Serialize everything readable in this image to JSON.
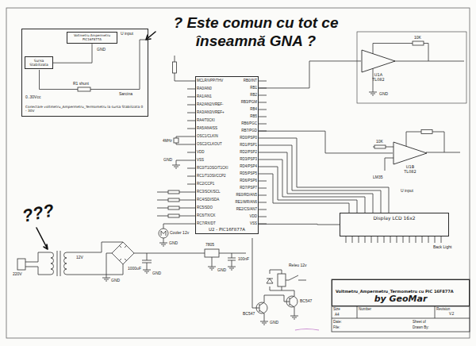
{
  "diagram": {
    "nodes": [
      {
        "text": [
          "Conectare voltmetru_Ampermetru_Termometru la sursa Stabilizata 0 - 30V"
        ]
      },
      {
        "text": [
          "Sursa Stabilizata"
        ],
        "in": 0
      },
      {
        "text": [
          "Voltmetru Ampermetru PIC16F877A"
        ],
        "in": 0
      },
      {
        "text": [
          "U2 - PIC16F877A"
        ]
      },
      {
        "text": [
          "U1A",
          "TL082"
        ]
      },
      {
        "text": [
          "U1B",
          "TL082"
        ]
      },
      {
        "text": [
          "Display LCD 16x2"
        ]
      },
      {
        "text": [
          "Voltmetru_Ampermetru_Termometru cu PIC 16F877A",
          "by GeoMar"
        ]
      }
    ],
    "edges": [
      {
        "from": 3,
        "to": 6,
        "arrow": "none"
      },
      {
        "from": 4,
        "to": 3,
        "arrow": "none"
      },
      {
        "from": 5,
        "to": 3,
        "arrow": "none"
      },
      {
        "from": 1,
        "to": 2,
        "arrow": "none"
      }
    ],
    "labels": [
      "? Este comun cu tot ce înseamnă GNA ?",
      "???",
      "U input",
      "GND",
      "R1 shunt",
      "0..30Vcc",
      "Sarcina",
      "MCLR/VPP/THV",
      "RA0/AN0",
      "RA1/AN1",
      "RA2/AN2/VREF-",
      "RA3/AN3/VREF+",
      "RA4/T0CKI",
      "RA5/AN4/SS",
      "OSC1/CLKIN",
      "OSC2/CLKOUT",
      "VDD",
      "VSS",
      "RC0/T1OSO/T1CKI",
      "RC1/T1OSI/CCP2",
      "RC2/CCP1",
      "RC3/SCK/SCL",
      "RC4/SDI/SDA",
      "RC5/SDO",
      "RC6/TX/CK",
      "RC7/RX/DT",
      "RB0/INT",
      "RB1",
      "RB2",
      "RB3/PGM",
      "RB4",
      "RB5",
      "RB6/PGC",
      "RB7/PGD",
      "RD0/PSP0",
      "RD1/PSP1",
      "RD2/PSP2",
      "RD3/PSP3",
      "RD4/PSP4",
      "RD5/PSP5",
      "RD6/PSP6",
      "RD7/PSP7",
      "RE0/RD/AN5",
      "RE1/WR/AN6",
      "RE2/CS/AN7",
      "VDD",
      "VSS",
      "GND",
      "GND",
      "GND",
      "GND",
      "GND",
      "GND",
      "GND",
      "1000uF",
      "7805",
      "100nF",
      "220V",
      "12V",
      "Cooler 12v",
      "Releu 12v",
      "BC547",
      "BC547",
      "U input",
      "10K",
      "10K",
      "LM35",
      "Back Light",
      "Size",
      "A4",
      "Number",
      "Revision",
      "V.2",
      "Date:",
      "File:",
      "Sheet of",
      "Drawn By:",
      "4MHz"
    ]
  }
}
